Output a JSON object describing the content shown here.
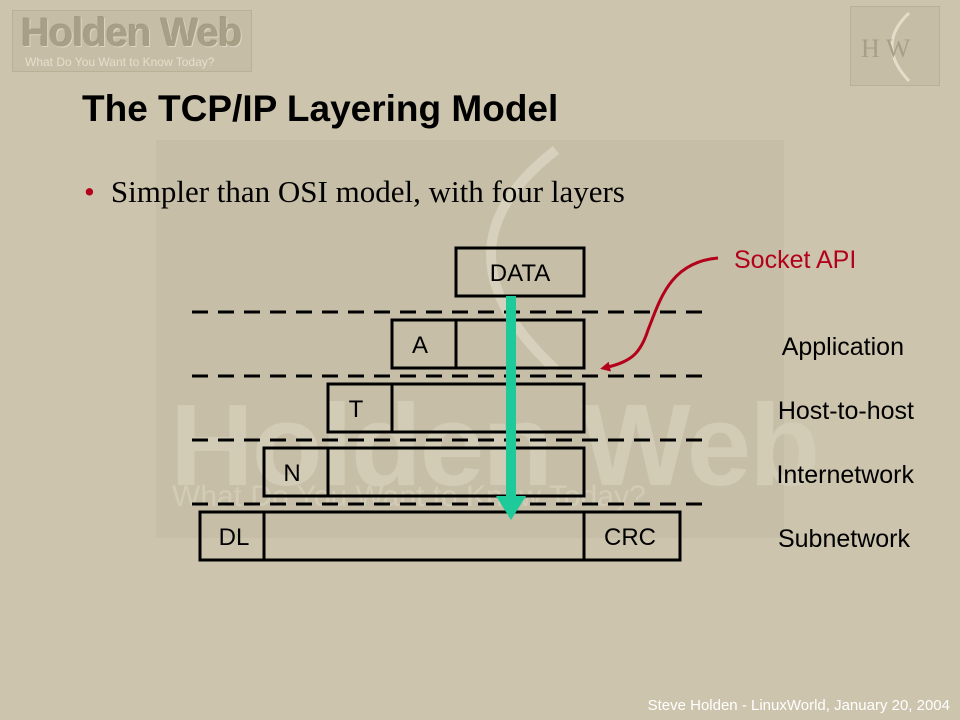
{
  "branding": {
    "logo_title": "Holden Web",
    "logo_tagline": "What Do You Want to Know Today?",
    "corner_logo_letters": "H W"
  },
  "slide": {
    "title": "The TCP/IP Layering Model",
    "bullets": [
      "Simpler than OSI model, with four layers"
    ]
  },
  "diagram": {
    "data_label": "DATA",
    "headers": {
      "application": "A",
      "transport": "T",
      "network": "N",
      "datalink": "DL",
      "trailer": "CRC"
    },
    "layers": [
      "Application",
      "Host-to-host",
      "Internetwork",
      "Subnetwork"
    ],
    "api_label": "Socket API"
  },
  "colors": {
    "background": "#ccc4ad",
    "arrow": "#1ec99a",
    "accent": "#b3001b"
  },
  "footer": "Steve Holden - LinuxWorld, January 20, 2004"
}
